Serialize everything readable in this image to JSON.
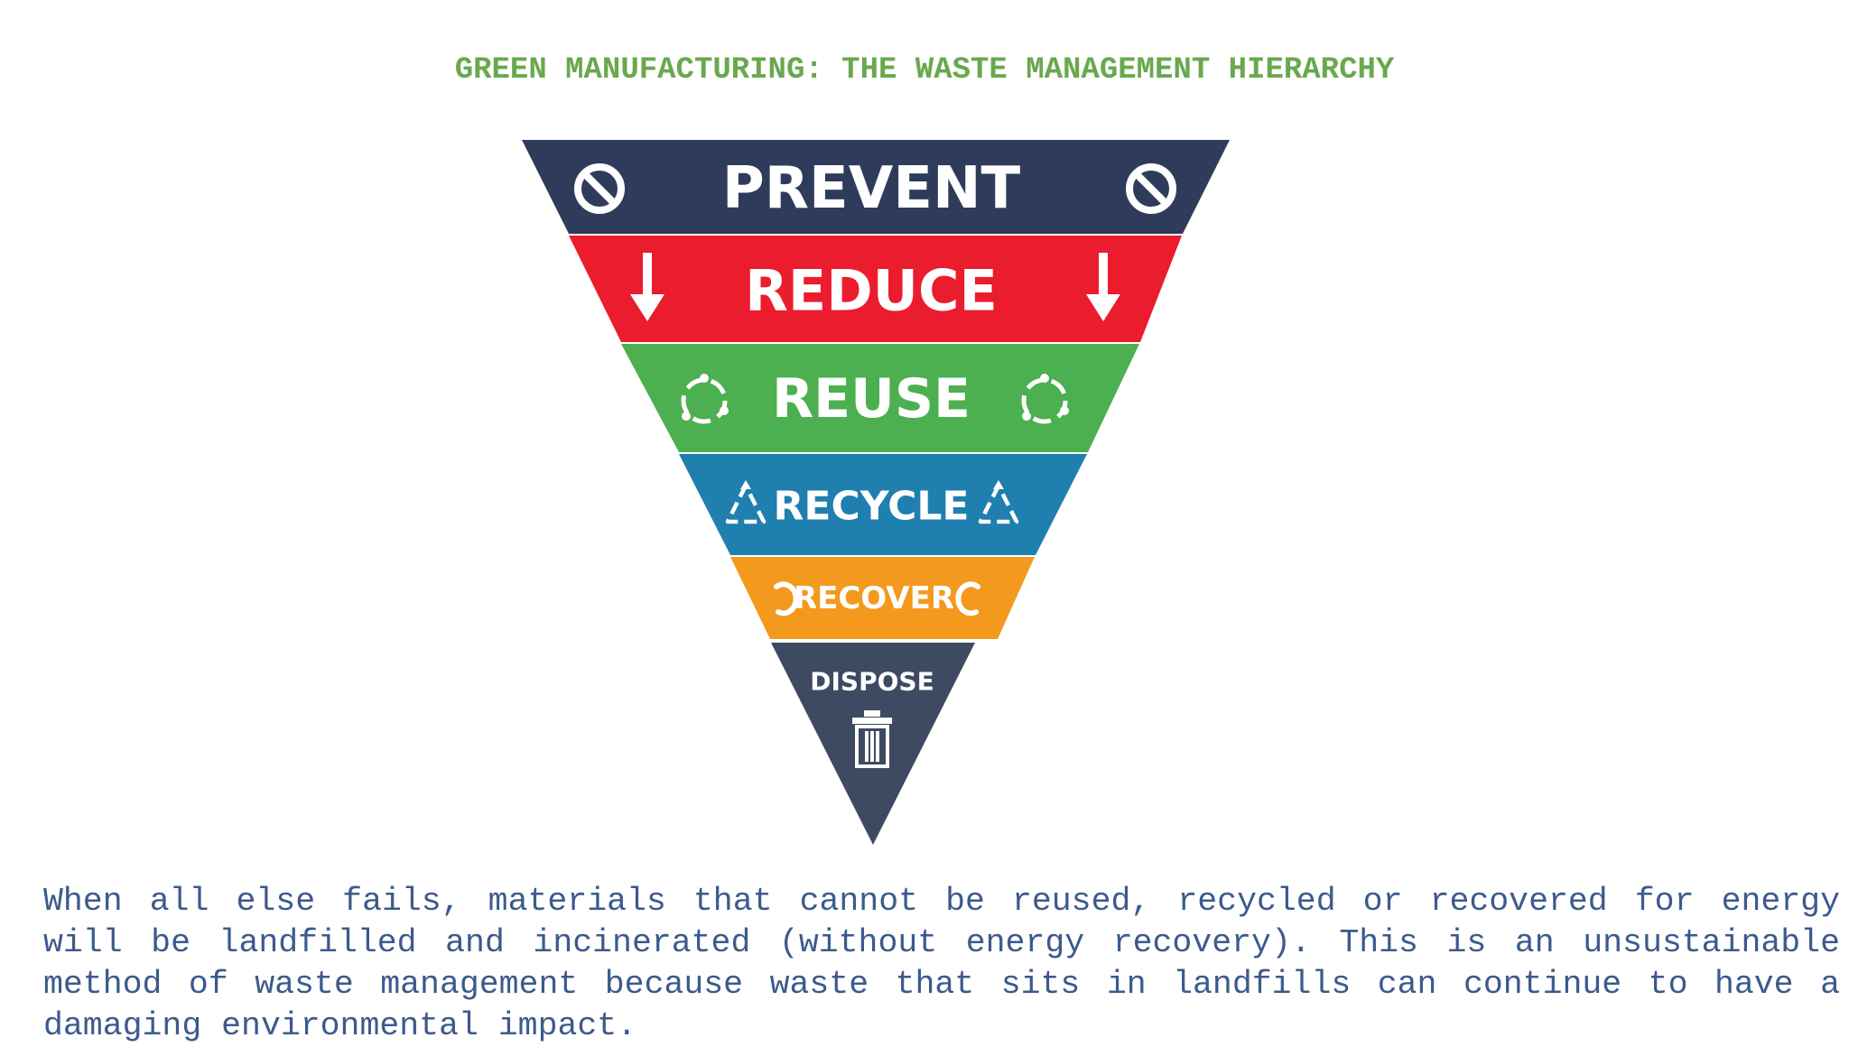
{
  "title": "GREEN MANUFACTURING: THE WASTE MANAGEMENT HIERARCHY",
  "hierarchy": {
    "levels": [
      {
        "label": "PREVENT",
        "icon": "prohibit-icon",
        "color": "#2f3b5a"
      },
      {
        "label": "REDUCE",
        "icon": "down-arrow-icon",
        "color": "#ea1c2d"
      },
      {
        "label": "REUSE",
        "icon": "reuse-cycle-icon",
        "color": "#4caf50"
      },
      {
        "label": "RECYCLE",
        "icon": "recycle-icon",
        "color": "#1f7fae"
      },
      {
        "label": "RECOVER",
        "icon": "recover-icon",
        "color": "#f39a1e"
      },
      {
        "label": "DISPOSE",
        "icon": "trash-icon",
        "color": "#3e4a62"
      }
    ]
  },
  "description": "When all else fails, materials that cannot be reused, recycled or recovered for energy will be landfilled and incinerated (without energy recovery). This is an unsustainable method of waste management because waste that sits in landfills can continue to have a damaging environmental impact."
}
